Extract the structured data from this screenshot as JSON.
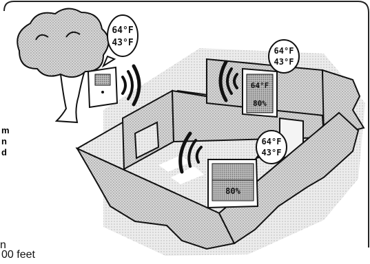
{
  "readings": {
    "outdoor": {
      "top": "64°F",
      "bottom": "43°F"
    },
    "room_right": {
      "top": "64°F",
      "bottom": "43°F"
    },
    "room_front": {
      "top": "64°F",
      "bottom": "43°F"
    }
  },
  "display_back": {
    "top": "64°F",
    "bottom": "80%"
  },
  "display_front": {
    "top": "",
    "bottom": "80%"
  },
  "side_caption_fragments": [
    "m",
    "n",
    "d"
  ],
  "bottom_caption_fragments": [
    "n",
    "00 feet"
  ]
}
